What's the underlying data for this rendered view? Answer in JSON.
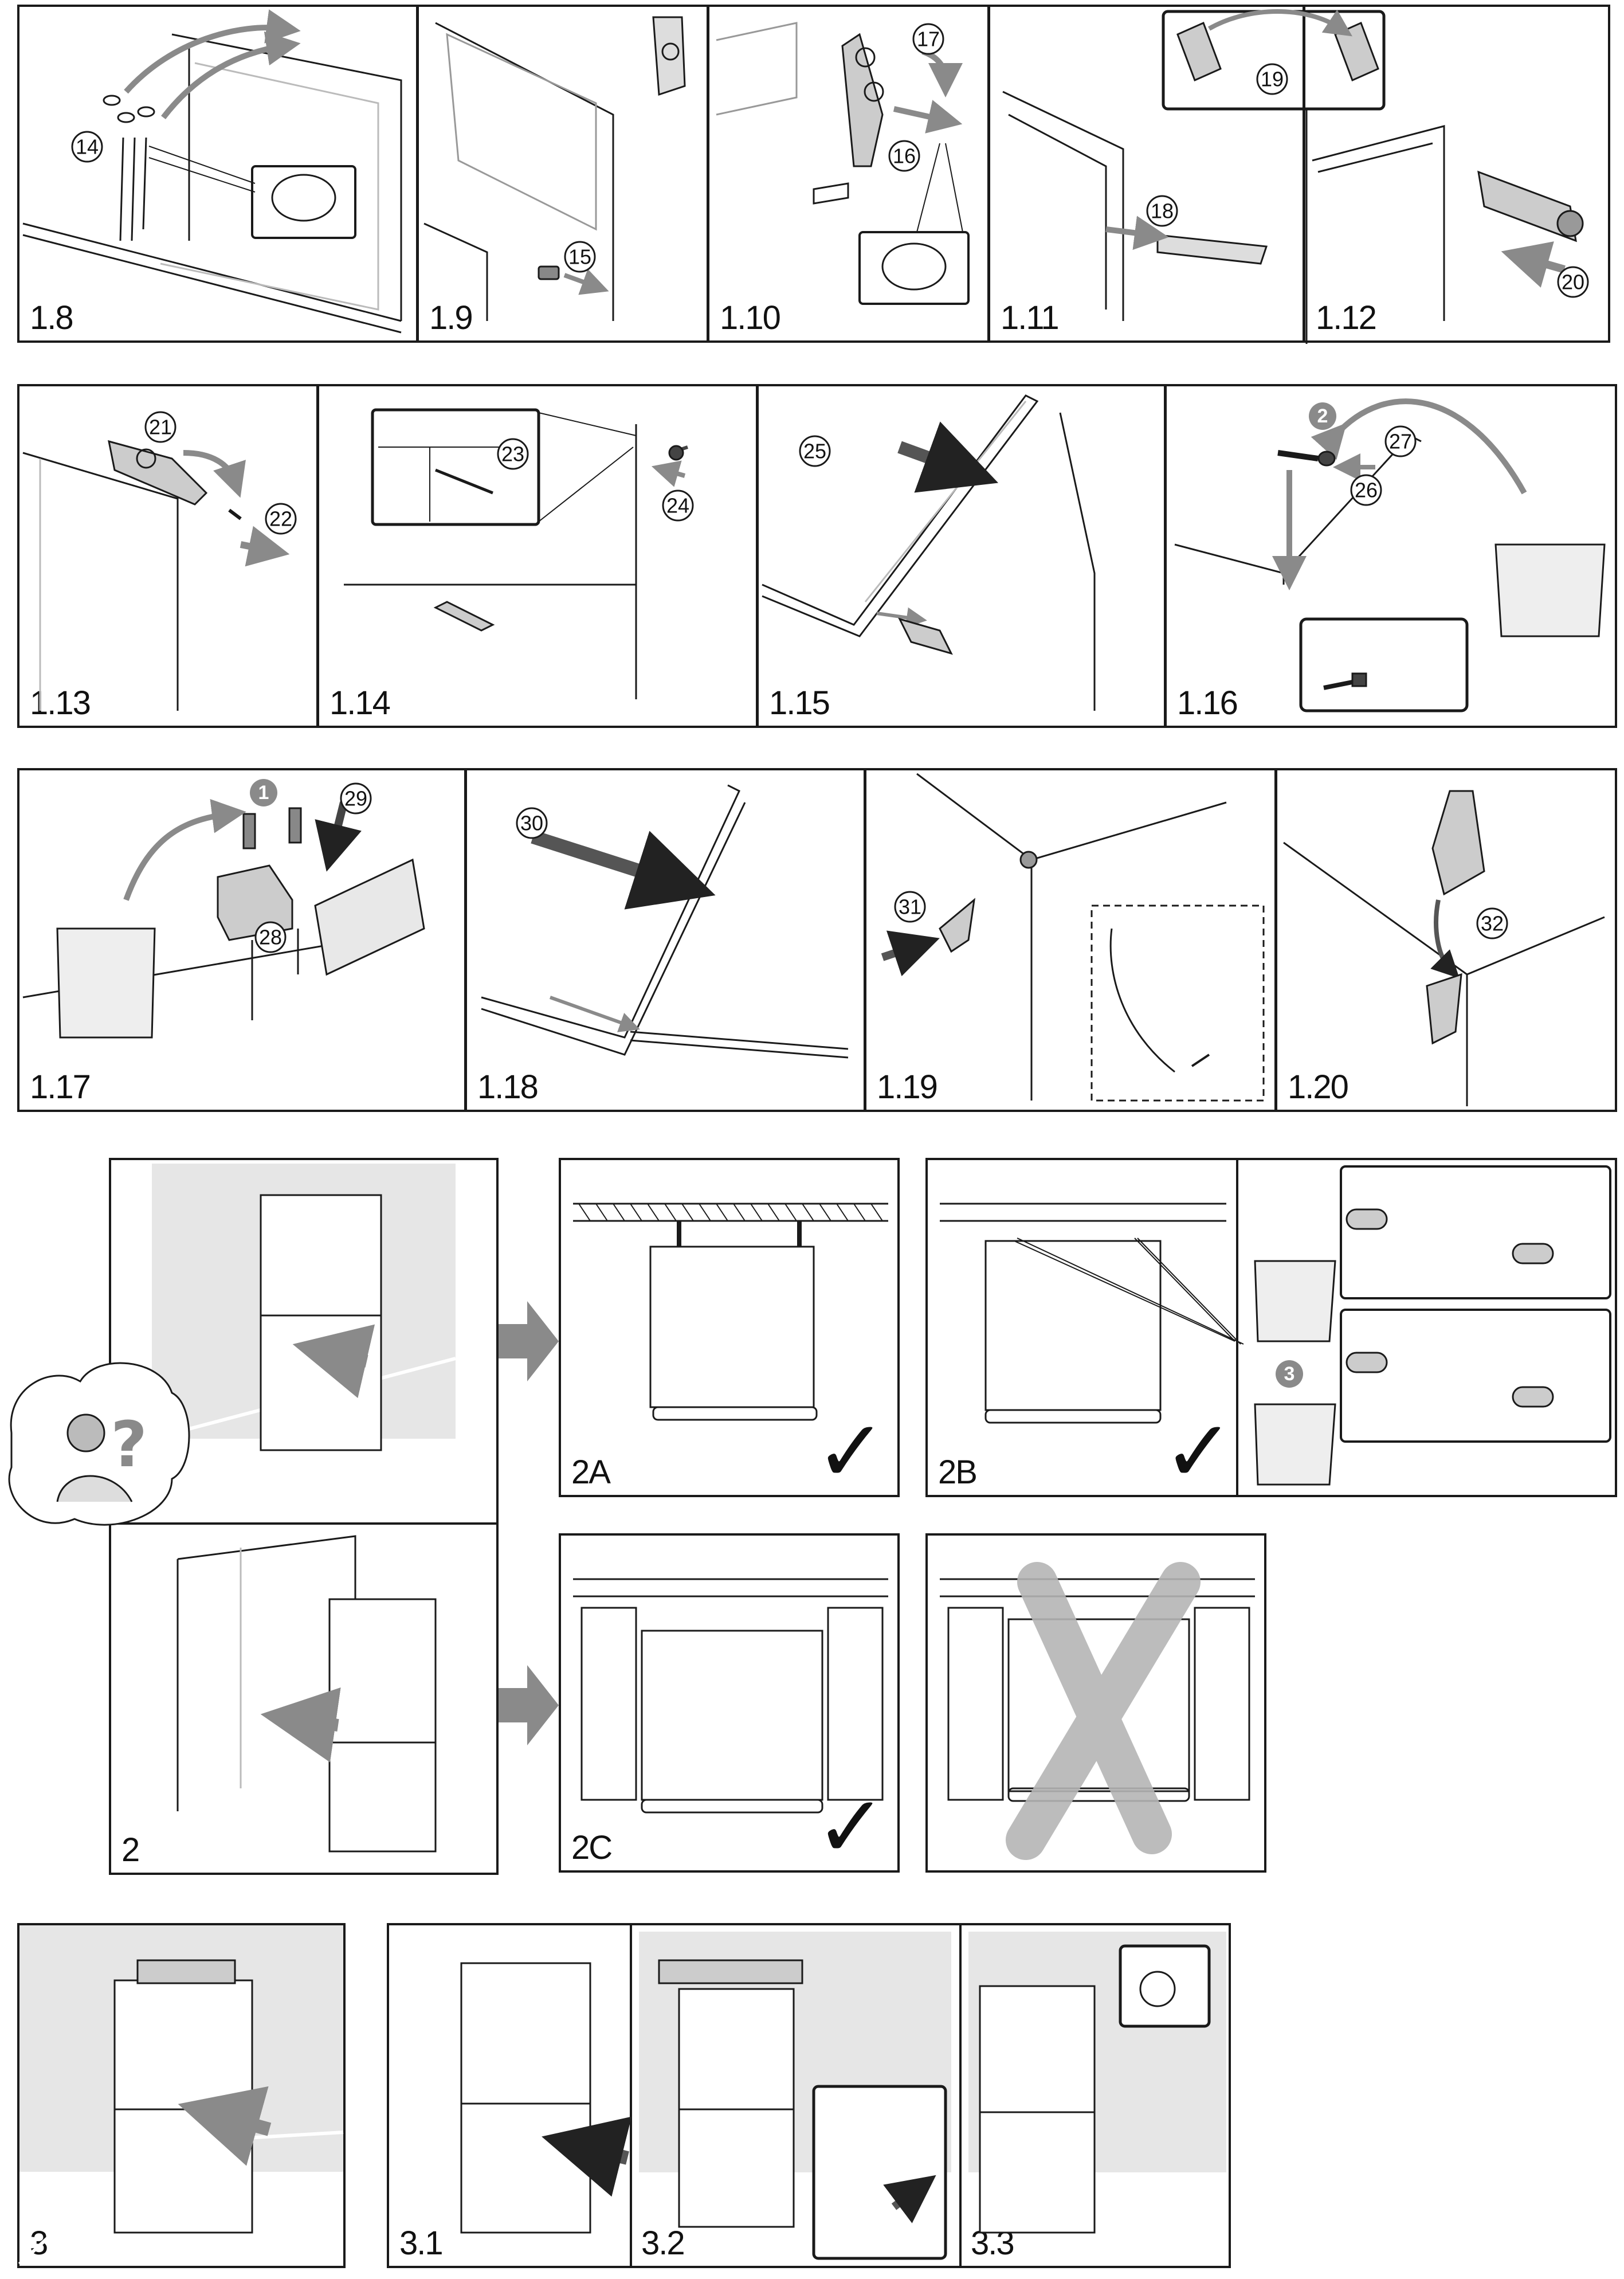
{
  "panels": {
    "p1_8": "1.8",
    "p1_9": "1.9",
    "p1_10": "1.10",
    "p1_11": "1.11",
    "p1_12": "1.12",
    "p1_13": "1.13",
    "p1_14": "1.14",
    "p1_15": "1.15",
    "p1_16": "1.16",
    "p1_17": "1.17",
    "p1_18": "1.18",
    "p1_19": "1.19",
    "p1_20": "1.20",
    "p2": "2",
    "p2A": "2A",
    "p2B": "2B",
    "p2C": "2C",
    "p3": "3",
    "p3_1": "3.1",
    "p3_2": "3.2",
    "p3_3": "3.3"
  },
  "callouts": {
    "c14": "14",
    "c15": "15",
    "c16": "16",
    "c17": "17",
    "c18": "18",
    "c19": "19",
    "c20": "20",
    "c21": "21",
    "c22": "22",
    "c23": "23",
    "c24": "24",
    "c25": "25",
    "c26": "26",
    "c27": "27",
    "c28": "28",
    "c29": "29",
    "c30": "30",
    "c31": "31",
    "c32": "32",
    "b1": "1",
    "b2": "2",
    "b3": "3"
  },
  "marks": {
    "check": "✓",
    "question": "?"
  },
  "icons": [
    "screw-icon",
    "hinge-icon",
    "parts-bag-icon",
    "arrow-icon",
    "check-icon",
    "cross-icon",
    "thinking-person-icon",
    "socket-icon",
    "wrench-icon"
  ],
  "colors": {
    "line": "#1a1a1a",
    "wall": "#e6e6e6",
    "arrow": "#8a8a8a",
    "callout_bg": "#ffffff",
    "cross": "#b5b5b5"
  }
}
